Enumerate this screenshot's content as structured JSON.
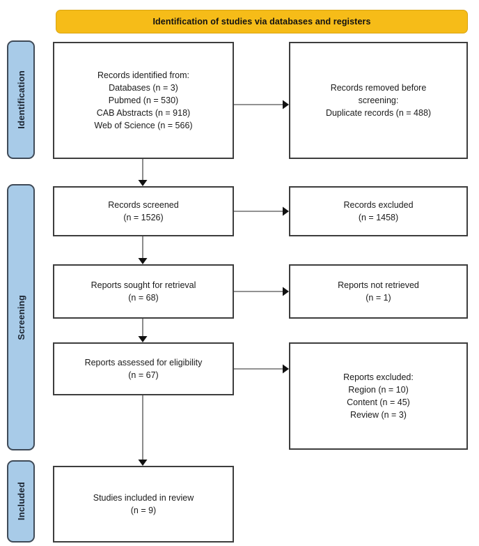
{
  "diagram": {
    "title": "PRISMA flow diagram",
    "colors": {
      "header_fill": "#F6BC18",
      "header_border": "#D9A412",
      "stage_fill": "#A8CBE8",
      "stage_border": "#3F4A57",
      "box_border": "#3D3D3D",
      "connector": "#6E6E6E",
      "text": "#1A1A1A",
      "background": "#FFFFFF"
    }
  },
  "header": {
    "label": "Identification of studies via databases and registers"
  },
  "stages": [
    {
      "id": "identification",
      "label": "Identification"
    },
    {
      "id": "screening",
      "label": "Screening"
    },
    {
      "id": "included",
      "label": "Included"
    }
  ],
  "boxes": {
    "records_identified": {
      "text": "Records identified from:\nDatabases (n = 3)\nPubmed (n = 530)\nCAB Abstracts (n = 918)\nWeb of Science (n = 566)"
    },
    "records_removed": {
      "text": "Records removed before\nscreening:\nDuplicate records (n = 488)"
    },
    "records_screened": {
      "text": "Records screened\n(n = 1526)"
    },
    "records_excluded": {
      "text": "Records excluded\n(n = 1458)"
    },
    "reports_sought": {
      "text": "Reports sought for retrieval\n(n = 68)"
    },
    "reports_not_retrieved": {
      "text": "Reports not retrieved\n(n = 1)"
    },
    "reports_assessed": {
      "text": "Reports assessed for eligibility\n(n = 67)"
    },
    "reports_excluded": {
      "text": "Reports excluded:\nRegion (n = 10)\nContent (n = 45)\nReview (n = 3)"
    },
    "studies_included": {
      "text": "Studies included in review\n(n = 9)"
    }
  },
  "chart_data": {
    "type": "diagram",
    "title": "Identification of studies via databases and registers",
    "stages": [
      "Identification",
      "Screening",
      "Included"
    ],
    "nodes": [
      {
        "id": "records_identified",
        "stage": "Identification",
        "column": "left",
        "label": "Records identified from",
        "counts": {
          "Databases": 3,
          "Pubmed": 530,
          "CAB Abstracts": 918,
          "Web of Science": 566
        }
      },
      {
        "id": "records_removed",
        "stage": "Identification",
        "column": "right",
        "label": "Records removed before screening",
        "counts": {
          "Duplicate records": 488
        }
      },
      {
        "id": "records_screened",
        "stage": "Screening",
        "column": "left",
        "label": "Records screened",
        "n": 1526
      },
      {
        "id": "records_excluded",
        "stage": "Screening",
        "column": "right",
        "label": "Records excluded",
        "n": 1458
      },
      {
        "id": "reports_sought",
        "stage": "Screening",
        "column": "left",
        "label": "Reports sought for retrieval",
        "n": 68
      },
      {
        "id": "reports_not_retrieved",
        "stage": "Screening",
        "column": "right",
        "label": "Reports not retrieved",
        "n": 1
      },
      {
        "id": "reports_assessed",
        "stage": "Screening",
        "column": "left",
        "label": "Reports assessed for eligibility",
        "n": 67
      },
      {
        "id": "reports_excluded",
        "stage": "Screening",
        "column": "right",
        "label": "Reports excluded",
        "counts": {
          "Region": 10,
          "Content": 45,
          "Review": 3
        }
      },
      {
        "id": "studies_included",
        "stage": "Included",
        "column": "left",
        "label": "Studies included in review",
        "n": 9
      }
    ],
    "edges": [
      {
        "from": "records_identified",
        "to": "records_removed",
        "direction": "right"
      },
      {
        "from": "records_identified",
        "to": "records_screened",
        "direction": "down"
      },
      {
        "from": "records_screened",
        "to": "records_excluded",
        "direction": "right"
      },
      {
        "from": "records_screened",
        "to": "reports_sought",
        "direction": "down"
      },
      {
        "from": "reports_sought",
        "to": "reports_not_retrieved",
        "direction": "right"
      },
      {
        "from": "reports_sought",
        "to": "reports_assessed",
        "direction": "down"
      },
      {
        "from": "reports_assessed",
        "to": "reports_excluded",
        "direction": "right"
      },
      {
        "from": "reports_assessed",
        "to": "studies_included",
        "direction": "down"
      }
    ]
  }
}
